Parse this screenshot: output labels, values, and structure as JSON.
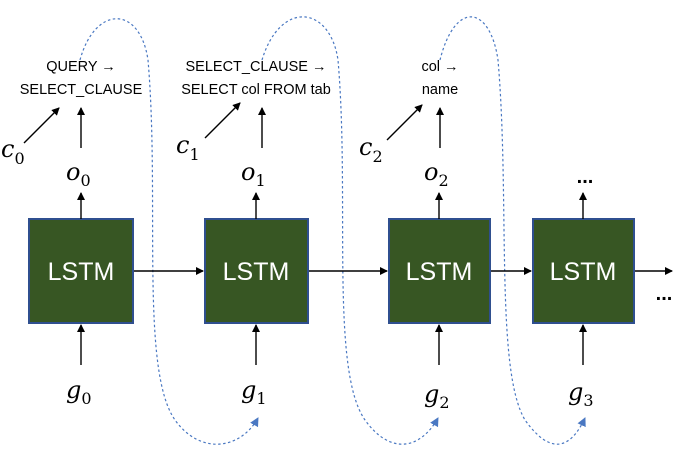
{
  "cells": [
    {
      "label": "LSTM",
      "input_var": "g",
      "input_sub": "0",
      "output_var": "o",
      "output_sub": "0",
      "context_var": "c",
      "context_sub": "0",
      "rule_lines": [
        "QUERY →",
        "SELECT_CLAUSE"
      ]
    },
    {
      "label": "LSTM",
      "input_var": "g",
      "input_sub": "1",
      "output_var": "o",
      "output_sub": "1",
      "context_var": "c",
      "context_sub": "1",
      "rule_lines": [
        "SELECT_CLAUSE →",
        "SELECT col FROM tab"
      ]
    },
    {
      "label": "LSTM",
      "input_var": "g",
      "input_sub": "2",
      "output_var": "o",
      "output_sub": "2",
      "context_var": "c",
      "context_sub": "2",
      "rule_lines": [
        "col →",
        "name"
      ]
    },
    {
      "label": "LSTM",
      "input_var": "g",
      "input_sub": "3",
      "output_ellipsis": "..."
    }
  ],
  "continuation_ellipsis": "...",
  "colors": {
    "cell_fill": "#375623",
    "cell_border": "#2f4f8f",
    "feedback_line": "#4a78c2"
  }
}
